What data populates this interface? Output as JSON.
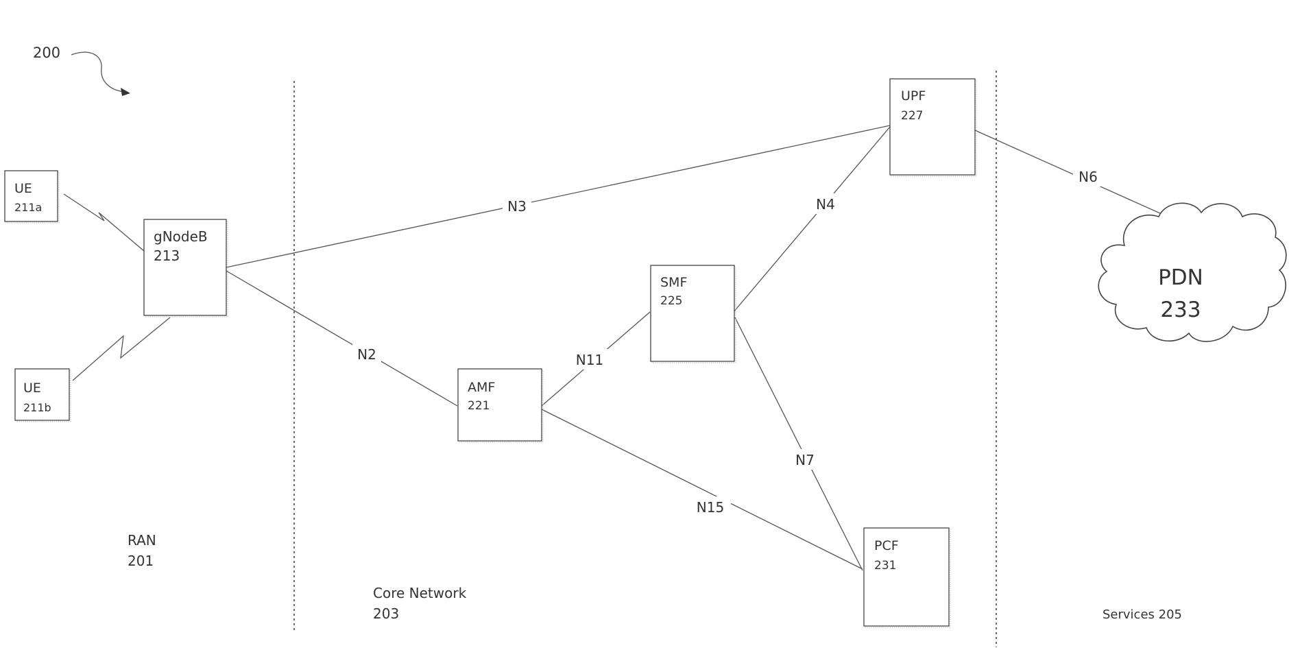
{
  "figure_number": "200",
  "regions": {
    "ran": {
      "name": "RAN",
      "number": "201"
    },
    "core": {
      "name": "Core Network",
      "number": "203"
    },
    "services": {
      "name": "Services 205"
    }
  },
  "nodes": {
    "ue_a": {
      "name": "UE",
      "id": "211a"
    },
    "ue_b": {
      "name": "UE",
      "id": "211b"
    },
    "gnodeb": {
      "name": "gNodeB",
      "id": "213"
    },
    "amf": {
      "name": "AMF",
      "id": "221"
    },
    "smf": {
      "name": "SMF",
      "id": "225"
    },
    "upf": {
      "name": "UPF",
      "id": "227"
    },
    "pcf": {
      "name": "PCF",
      "id": "231"
    },
    "pdn": {
      "name": "PDN",
      "id": "233"
    }
  },
  "interfaces": {
    "n2": "N2",
    "n3": "N3",
    "n4": "N4",
    "n6": "N6",
    "n7": "N7",
    "n11": "N11",
    "n15": "N15"
  }
}
